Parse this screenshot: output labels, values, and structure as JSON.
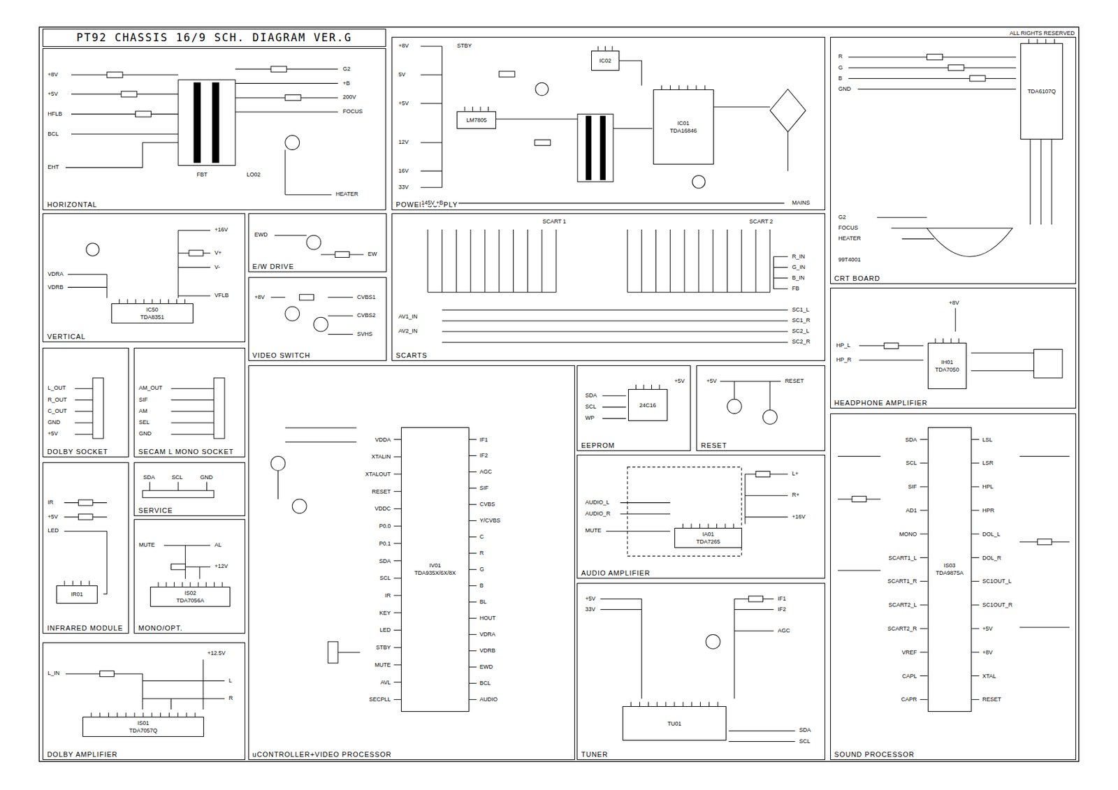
{
  "diagram": {
    "title": "PT92 CHASSIS 16/9 SCH. DIAGRAM VER.G",
    "nodes": [
      {
        "text": [
          "HORIZONTAL"
        ]
      },
      {
        "text": [
          "POWER SUPPLY"
        ]
      },
      {
        "text": [
          "IC01",
          "TDA16846"
        ],
        "in": 1
      },
      {
        "text": [
          "IC02"
        ],
        "in": 1
      },
      {
        "text": [
          "LM7805"
        ],
        "in": 1
      },
      {
        "text": [
          "CRT BOARD"
        ]
      },
      {
        "text": [
          "TDA6107Q"
        ],
        "in": 5
      },
      {
        "text": [
          "VERTICAL"
        ]
      },
      {
        "text": [
          "IC50",
          "TDA8351"
        ],
        "in": 7
      },
      {
        "text": [
          "E/W DRIVE"
        ]
      },
      {
        "text": [
          "VIDEO SWITCH"
        ]
      },
      {
        "text": [
          "SCARTS"
        ]
      },
      {
        "text": [
          "HEADPHONE AMPLIFIER"
        ]
      },
      {
        "text": [
          "IH01",
          "TDA7050"
        ],
        "in": 12
      },
      {
        "text": [
          "DOLBY SOCKET"
        ]
      },
      {
        "text": [
          "SECAM L MONO SOCKET"
        ]
      },
      {
        "text": [
          "INFRARED MODULE"
        ]
      },
      {
        "text": [
          "IR01"
        ],
        "in": 16
      },
      {
        "text": [
          "SERVICE"
        ]
      },
      {
        "text": [
          "MONO/OPT."
        ]
      },
      {
        "text": [
          "IS02",
          "TDA7056A"
        ],
        "in": 19
      },
      {
        "text": [
          "DOLBY AMPLIFIER"
        ]
      },
      {
        "text": [
          "IS01",
          "TDA7057Q"
        ],
        "in": 21
      },
      {
        "text": [
          "uCONTROLLER+VIDEO PROCESSOR"
        ]
      },
      {
        "text": [
          "IV01",
          "TDA935X/6X/8X"
        ],
        "in": 23
      },
      {
        "text": [
          "EEPROM"
        ]
      },
      {
        "text": [
          "24C16"
        ],
        "in": 25
      },
      {
        "text": [
          "RESET"
        ]
      },
      {
        "text": [
          "AUDIO AMPLIFIER"
        ]
      },
      {
        "text": [
          "IA01",
          "TDA7265"
        ],
        "in": 28
      },
      {
        "text": [
          "TUNER"
        ]
      },
      {
        "text": [
          "TU01"
        ],
        "in": 30
      },
      {
        "text": [
          "SOUND PROCESSOR"
        ]
      },
      {
        "text": [
          "IS03",
          "TDA9875A"
        ],
        "in": 32
      }
    ],
    "labels": [
      "ALL RIGHTS RESERVED",
      "+8V",
      "+5V",
      "HFLB",
      "BCL",
      "EHT",
      "G2",
      "+B",
      "200V",
      "FOCUS",
      "HEATER",
      "FBT",
      "LO02",
      "+8V",
      "5V",
      "+5V",
      "12V",
      "16V",
      "33V",
      "145V +B",
      "STBY",
      "MAINS",
      "R",
      "G",
      "B",
      "GND",
      "G2",
      "FOCUS",
      "HEATER",
      "99T4001",
      "+16V",
      "V+",
      "V-",
      "VFLB",
      "VDRA",
      "VDRB",
      "EWD",
      "EW",
      "CVBS1",
      "CVBS2",
      "SVHS",
      "+8V",
      "SCART 1",
      "SCART 2",
      "R_IN",
      "G_IN",
      "B_IN",
      "FB",
      "SC1_L",
      "SC1_R",
      "SC2_L",
      "SC2_R",
      "AV1_IN",
      "AV2_IN",
      "HP_L",
      "HP_R",
      "+8V",
      "L_OUT",
      "R_OUT",
      "C_OUT",
      "GND",
      "+5V",
      "AM_OUT",
      "SIF",
      "AM",
      "SEL",
      "GND",
      "SDA",
      "SCL",
      "GND",
      "IR",
      "+5V",
      "LED",
      "AL",
      "+12V",
      "MUTE",
      "+12.5V",
      "L",
      "R",
      "L_IN",
      "SDA",
      "SCL",
      "WP",
      "+5V",
      "RESET",
      "+5V",
      "L+",
      "R+",
      "MUTE",
      "+16V",
      "AUDIO_L",
      "AUDIO_R",
      "IF1",
      "IF2",
      "AGC",
      "SDA",
      "SCL",
      "+5V",
      "33V",
      "VDDA",
      "XTALIN",
      "XTALOUT",
      "RESET",
      "VDDC",
      "P0.0",
      "P0.1",
      "SDA",
      "SCL",
      "IR",
      "KEY",
      "LED",
      "STBY",
      "MUTE",
      "AVL",
      "SECPLL",
      "IF1",
      "IF2",
      "AGC",
      "SIF",
      "CVBS",
      "Y/CVBS",
      "C",
      "R",
      "G",
      "B",
      "BL",
      "HOUT",
      "VDRA",
      "VDRB",
      "EWD",
      "BCL",
      "AUDIO",
      "SDA",
      "SCL",
      "SIF",
      "AD1",
      "MONO",
      "SCART1_L",
      "SCART1_R",
      "SCART2_L",
      "SCART2_R",
      "VREF",
      "CAPL",
      "CAPR",
      "LSL",
      "LSR",
      "HPL",
      "HPR",
      "DOL_L",
      "DOL_R",
      "SC1OUT_L",
      "SC1OUT_R",
      "+5V",
      "+8V",
      "XTAL",
      "RESET"
    ]
  }
}
